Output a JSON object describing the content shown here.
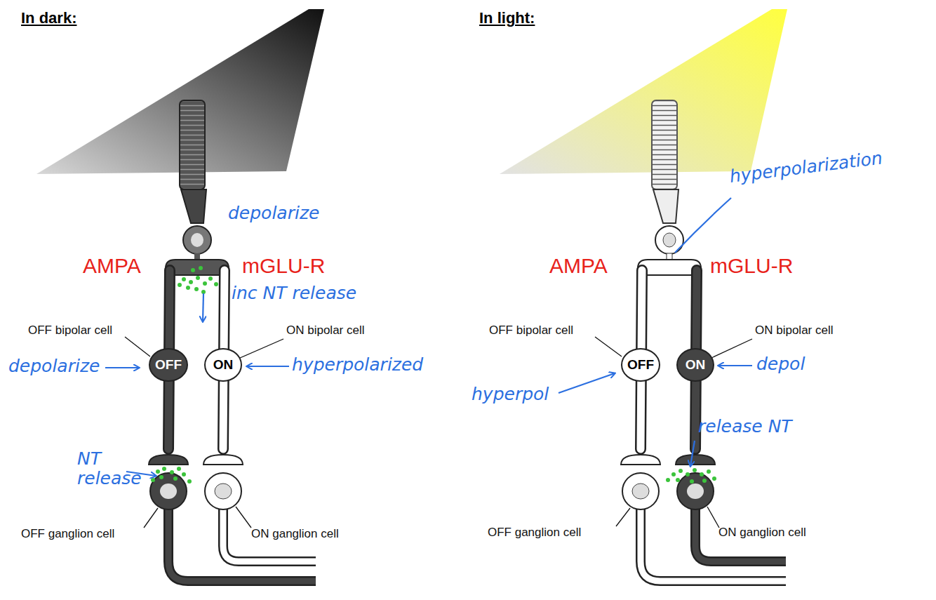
{
  "diagram": {
    "nodes": [
      {
        "text": [
          "OFF"
        ]
      },
      {
        "text": [
          "ON"
        ]
      },
      {
        "text": [
          "OFF"
        ]
      },
      {
        "text": [
          "ON"
        ]
      }
    ],
    "labels": [
      "In dark:",
      "depolarize",
      "AMPA",
      "mGLU-R",
      "inc NT release",
      "OFF bipolar cell",
      "ON bipolar cell",
      "depolarize",
      "hyperpolarized",
      "NT release",
      "OFF ganglion cell",
      "ON ganglion cell",
      "In light:",
      "hyperpolarization",
      "AMPA",
      "mGLU-R",
      "OFF bipolar cell",
      "ON bipolar cell",
      "hyperpol",
      "depol",
      "release NT",
      "OFF ganglion cell",
      "ON ganglion cell"
    ]
  }
}
